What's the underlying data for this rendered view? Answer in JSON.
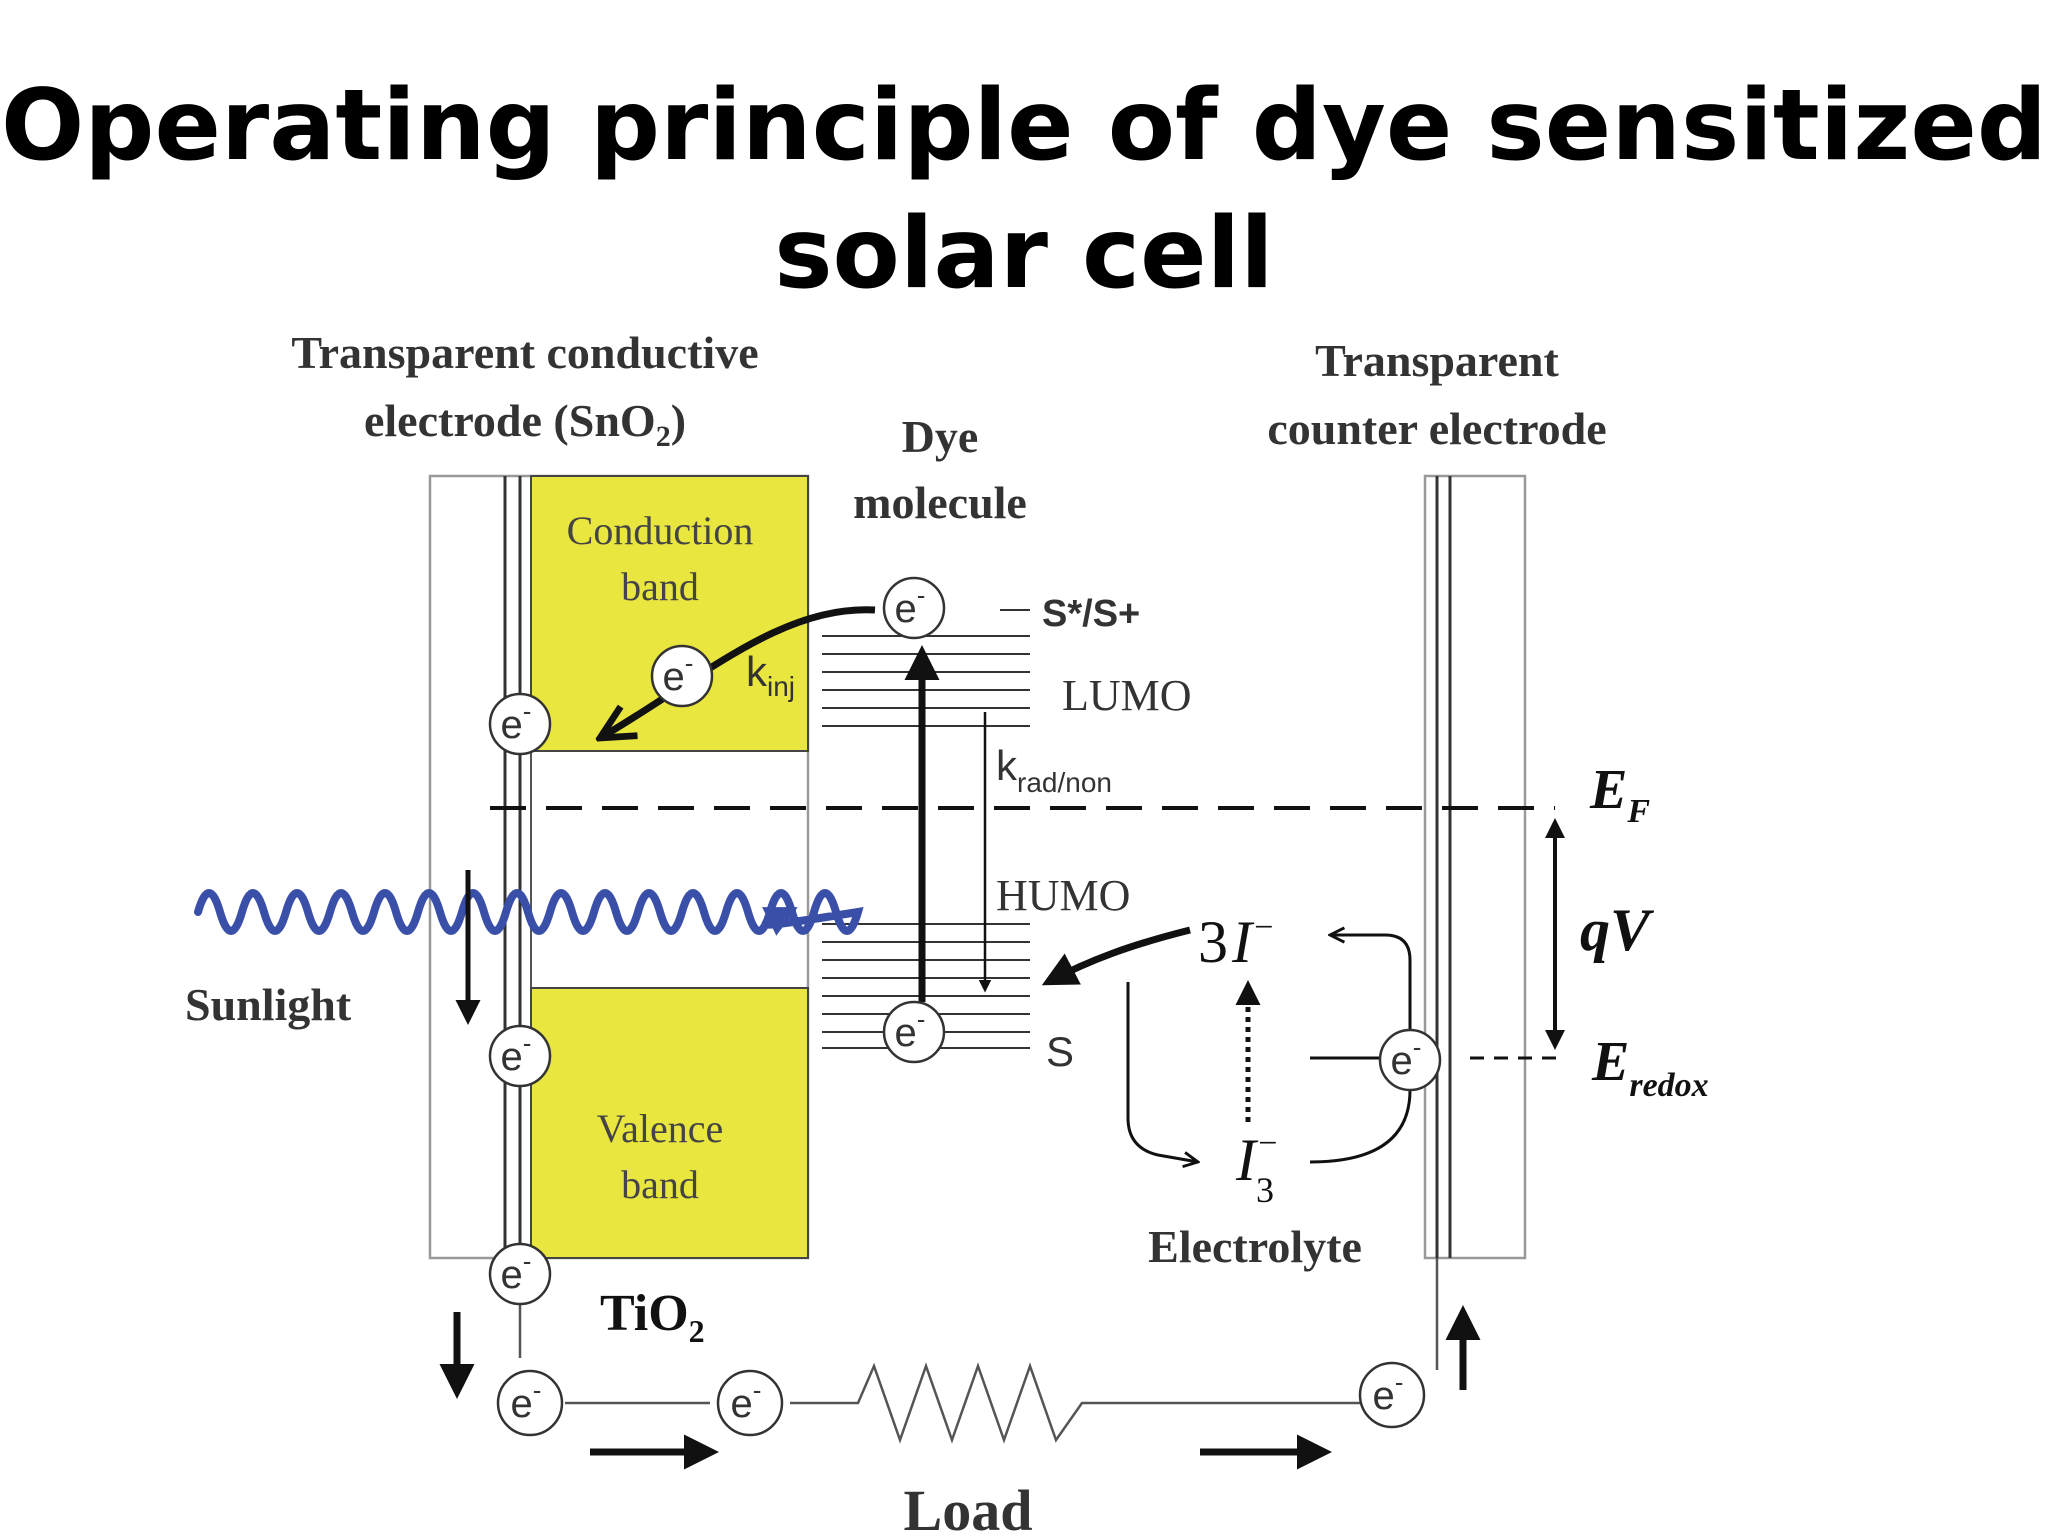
{
  "title_line1": "Operating principle of dye sensitized",
  "title_line2": "solar cell",
  "labels": {
    "tco_line1": "Transparent conductive",
    "tco_line2_pre": "electrode (SnO",
    "tco_line2_sub": "2",
    "tco_line2_post": ")",
    "counter_line1": "Transparent",
    "counter_line2": "counter electrode",
    "dye_line1": "Dye",
    "dye_line2": "molecule",
    "conduction_line1": "Conduction",
    "conduction_line2": "band",
    "valence_line1": "Valence",
    "valence_line2": "band",
    "tio2_main": "TiO",
    "tio2_sub": "2",
    "sunlight": "Sunlight",
    "s_star": "S*/S+",
    "lumo": "LUMO",
    "humo": "HUMO",
    "s_level": "S",
    "kinj_main": "k",
    "kinj_sub": "inj",
    "krad_main": "k",
    "krad_sub": "rad/non",
    "ef_main": "E",
    "ef_sub": "F",
    "qv": "qV",
    "eredox_main": "E",
    "eredox_sub": "redox",
    "iodide_coef": "3",
    "iodide_sym": "I",
    "iodide_sup": "−",
    "triiodide_sym": "I",
    "triiodide_sub": "3",
    "triiodide_sup": "−",
    "electrolyte": "Electrolyte",
    "load": "Load",
    "electron": "e",
    "electron_sup": "-"
  },
  "colors": {
    "band_fill": "#eae640",
    "sunlight_wave": "#3a4fa8",
    "ink": "#111111"
  }
}
